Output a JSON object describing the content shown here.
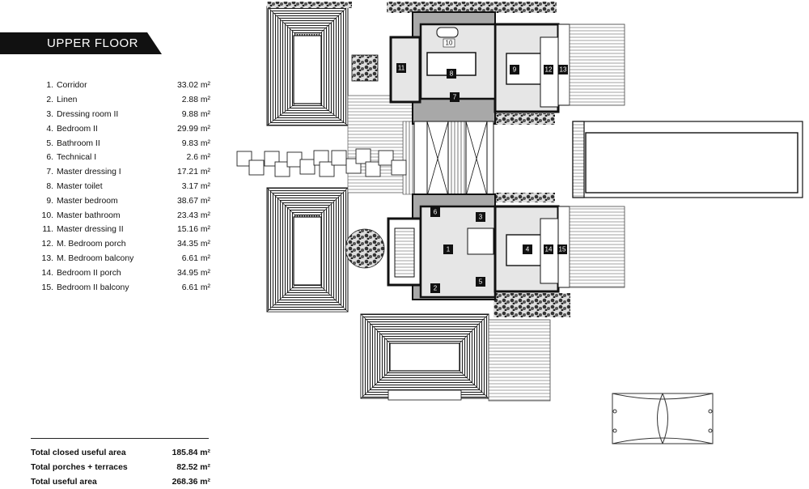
{
  "header": {
    "title": "UPPER FLOOR"
  },
  "rooms": [
    {
      "num": "1.",
      "name": "Corridor",
      "area": "33.02 m²"
    },
    {
      "num": "2.",
      "name": "Linen",
      "area": "2.88 m²"
    },
    {
      "num": "3.",
      "name": "Dressing room II",
      "area": "9.88 m²"
    },
    {
      "num": "4.",
      "name": "Bedroom II",
      "area": "29.99 m²"
    },
    {
      "num": "5.",
      "name": "Bathroom II",
      "area": "9.83 m²"
    },
    {
      "num": "6.",
      "name": "Technical I",
      "area": "2.6 m²"
    },
    {
      "num": "7.",
      "name": "Master dressing I",
      "area": "17.21 m²"
    },
    {
      "num": "8.",
      "name": "Master toilet",
      "area": "3.17 m²"
    },
    {
      "num": "9.",
      "name": "Master bedroom",
      "area": "38.67 m²"
    },
    {
      "num": "10.",
      "name": "Master bathroom",
      "area": "23.43 m²"
    },
    {
      "num": "11.",
      "name": "Master dressing II",
      "area": "15.16 m²"
    },
    {
      "num": "12.",
      "name": "M. Bedroom porch",
      "area": "34.35 m²"
    },
    {
      "num": "13.",
      "name": "M. Bedroom balcony",
      "area": "6.61 m²"
    },
    {
      "num": "14.",
      "name": "Bedroom II porch",
      "area": "34.95 m²"
    },
    {
      "num": "15.",
      "name": "Bedroom II balcony",
      "area": "6.61 m²"
    }
  ],
  "totals": [
    {
      "name": "Total closed useful area",
      "area": "185.84 m²"
    },
    {
      "name": "Total porches + terraces",
      "area": "82.52 m²"
    },
    {
      "name": "Total useful area",
      "area": "268.36 m²"
    }
  ],
  "plan_labels": {
    "l1": "1",
    "l2": "2",
    "l3": "3",
    "l4": "4",
    "l5": "5",
    "l6": "6",
    "l7": "7",
    "l8": "8",
    "l9": "9",
    "l10": "10",
    "l11": "11",
    "l12": "12",
    "l13": "13",
    "l14": "14",
    "l15": "15"
  },
  "colors": {
    "wall": "#111111",
    "floor_grey": "#a8a8a8",
    "room_light": "#e6e6e6"
  }
}
